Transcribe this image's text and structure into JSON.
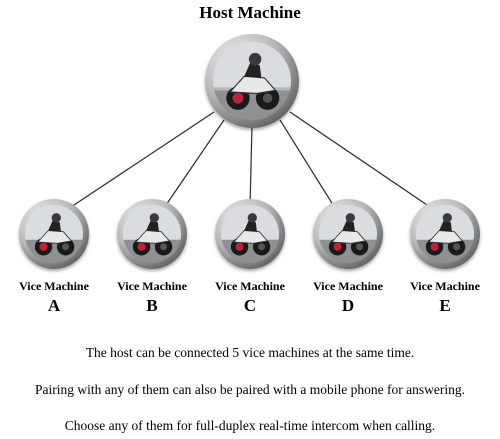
{
  "host": {
    "title": "Host Machine"
  },
  "vices": [
    {
      "label": "Vice Machine",
      "letter": "A"
    },
    {
      "label": "Vice Machine",
      "letter": "B"
    },
    {
      "label": "Vice Machine",
      "letter": "C"
    },
    {
      "label": "Vice Machine",
      "letter": "D"
    },
    {
      "label": "Vice Machine",
      "letter": "E"
    }
  ],
  "captions": [
    "The host can be connected 5 vice machines at the same time.",
    "Pairing with any of them can also be paired with a mobile phone for  answering.",
    "Choose any of them for full-duplex real-time intercom when calling."
  ],
  "colors": {
    "line": "#2a2a2a",
    "ring": "#6e6e6e",
    "sky": "#d9dde2",
    "road": "#8e9194",
    "bike": "#1a1a1a",
    "accent": "#c0213a"
  }
}
